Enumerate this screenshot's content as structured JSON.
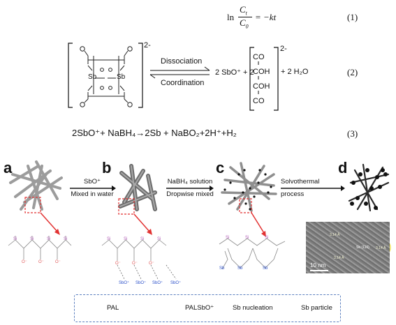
{
  "equations": {
    "eq1": {
      "text": "ln C_t / C_0 = −kt",
      "numerator": "C",
      "numerator_sub": "t",
      "denominator": "C",
      "denominator_sub": "0",
      "ln": "ln",
      "rhs": "= −kt",
      "number": "(1)"
    },
    "eq2": {
      "complex_charge": "2-",
      "sb_left": "Sb",
      "sb_right": "Sb",
      "forward_label": "Dissociation",
      "reverse_label": "Coordination",
      "products_prefix": "2 SbO⁺ + 2",
      "tartrate_lines": [
        "CO",
        "COH",
        "COH",
        "CO"
      ],
      "tartrate_charge": "2-",
      "water": "+ 2 H₂O",
      "number": "(2)"
    },
    "eq3": {
      "text": "2SbO⁺+ NaBH₄→2Sb + NaBO₂+2H⁺+H₂",
      "number": "(3)"
    }
  },
  "panels": {
    "a": {
      "letter": "a"
    },
    "b": {
      "letter": "b"
    },
    "c": {
      "letter": "c"
    },
    "d": {
      "letter": "d"
    }
  },
  "arrows": {
    "ab": {
      "top": "SbO⁺",
      "bottom": "Mixed in water"
    },
    "bc": {
      "top": "NaBH₄ solution",
      "bottom": "Dropwise mixed"
    },
    "cd": {
      "top": "Solvothermal",
      "bottom": "process"
    }
  },
  "chain_labels": {
    "si": "Si",
    "o": "O",
    "o_minus": "O⁻",
    "sbo_plus": "SbO⁺",
    "sb": "Sb"
  },
  "tem": {
    "scale": "10 nm",
    "label_top": "3.14 Å",
    "label_mid": "Sb (110)",
    "label_right": "3.14 Å",
    "label_left": "3.14 Å"
  },
  "legend": {
    "pal": "PAL",
    "palsbo": "PALSbO⁺",
    "nucleation": "Sb nucleation",
    "particle": "Sb particle"
  },
  "colors": {
    "si": "#b25fb8",
    "oxygen": "#e05a5a",
    "sb": "#2a4fc9",
    "highlight": "#e23232",
    "legend_border": "#5b7fbf"
  }
}
